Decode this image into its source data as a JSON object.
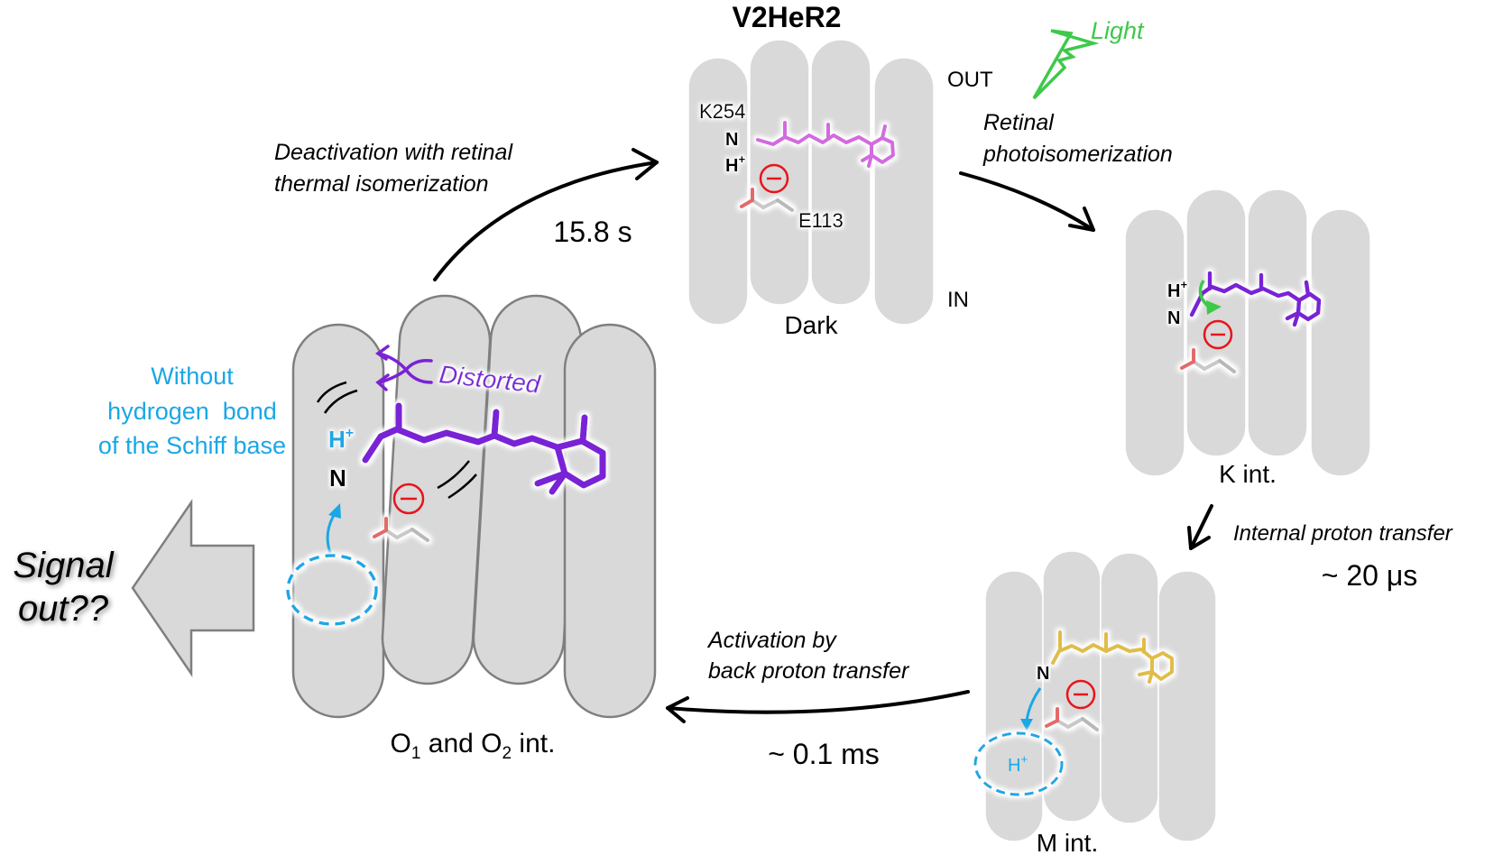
{
  "title": "V2HeR2",
  "membrane": {
    "out_label": "OUT",
    "in_label": "IN"
  },
  "colors": {
    "helix_fill": "#d9d9d9",
    "helix_stroke": "#7f7f7f",
    "dark_retinal": "#d36ae0",
    "k_retinal": "#7a22d6",
    "m_retinal": "#e0bd4a",
    "o_retinal": "#7a22d6",
    "light": "#3ec94b",
    "proton_blue": "#1aa7e6",
    "negative_charge": "#e8141b",
    "arrow": "#000000",
    "signal_arrow_fill": "#d9d9d9"
  },
  "states": {
    "dark": {
      "label": "Dark",
      "residue_lys": "K254",
      "n_label": "N",
      "h_label": "H",
      "h_charge": "+",
      "residue_glu": "E113",
      "charge_symbol": "−"
    },
    "k": {
      "label": "K int.",
      "h_label": "H",
      "h_charge": "+",
      "n_label": "N",
      "charge_symbol": "−"
    },
    "m": {
      "label_main": "M int.",
      "n_label": "N",
      "h_label": "H",
      "h_charge": "+",
      "charge_symbol": "−"
    },
    "o": {
      "label_pre": "O",
      "label_sub1": "1",
      "label_mid": " and O",
      "label_sub2": "2",
      "label_post": " int.",
      "distorted_label": "Distorted",
      "h_label": "H",
      "h_charge": "+",
      "n_label": "N",
      "charge_symbol": "−",
      "note_lines": [
        "Without",
        "hydrogen  bond",
        "of the Schiff base"
      ]
    }
  },
  "transitions": {
    "light": {
      "label": "Light",
      "desc_lines": [
        "Retinal",
        "photoisomerization"
      ]
    },
    "k_to_m": {
      "desc": "Internal proton transfer",
      "time": "~ 20 μs"
    },
    "m_to_o": {
      "desc_lines": [
        "Activation by",
        "back proton transfer"
      ],
      "time": "~ 0.1 ms"
    },
    "o_to_dark": {
      "desc_lines": [
        "Deactivation with retinal",
        "thermal isomerization"
      ],
      "time": "15.8 s"
    }
  },
  "signal": {
    "lines": [
      "Signal",
      "out??"
    ]
  }
}
